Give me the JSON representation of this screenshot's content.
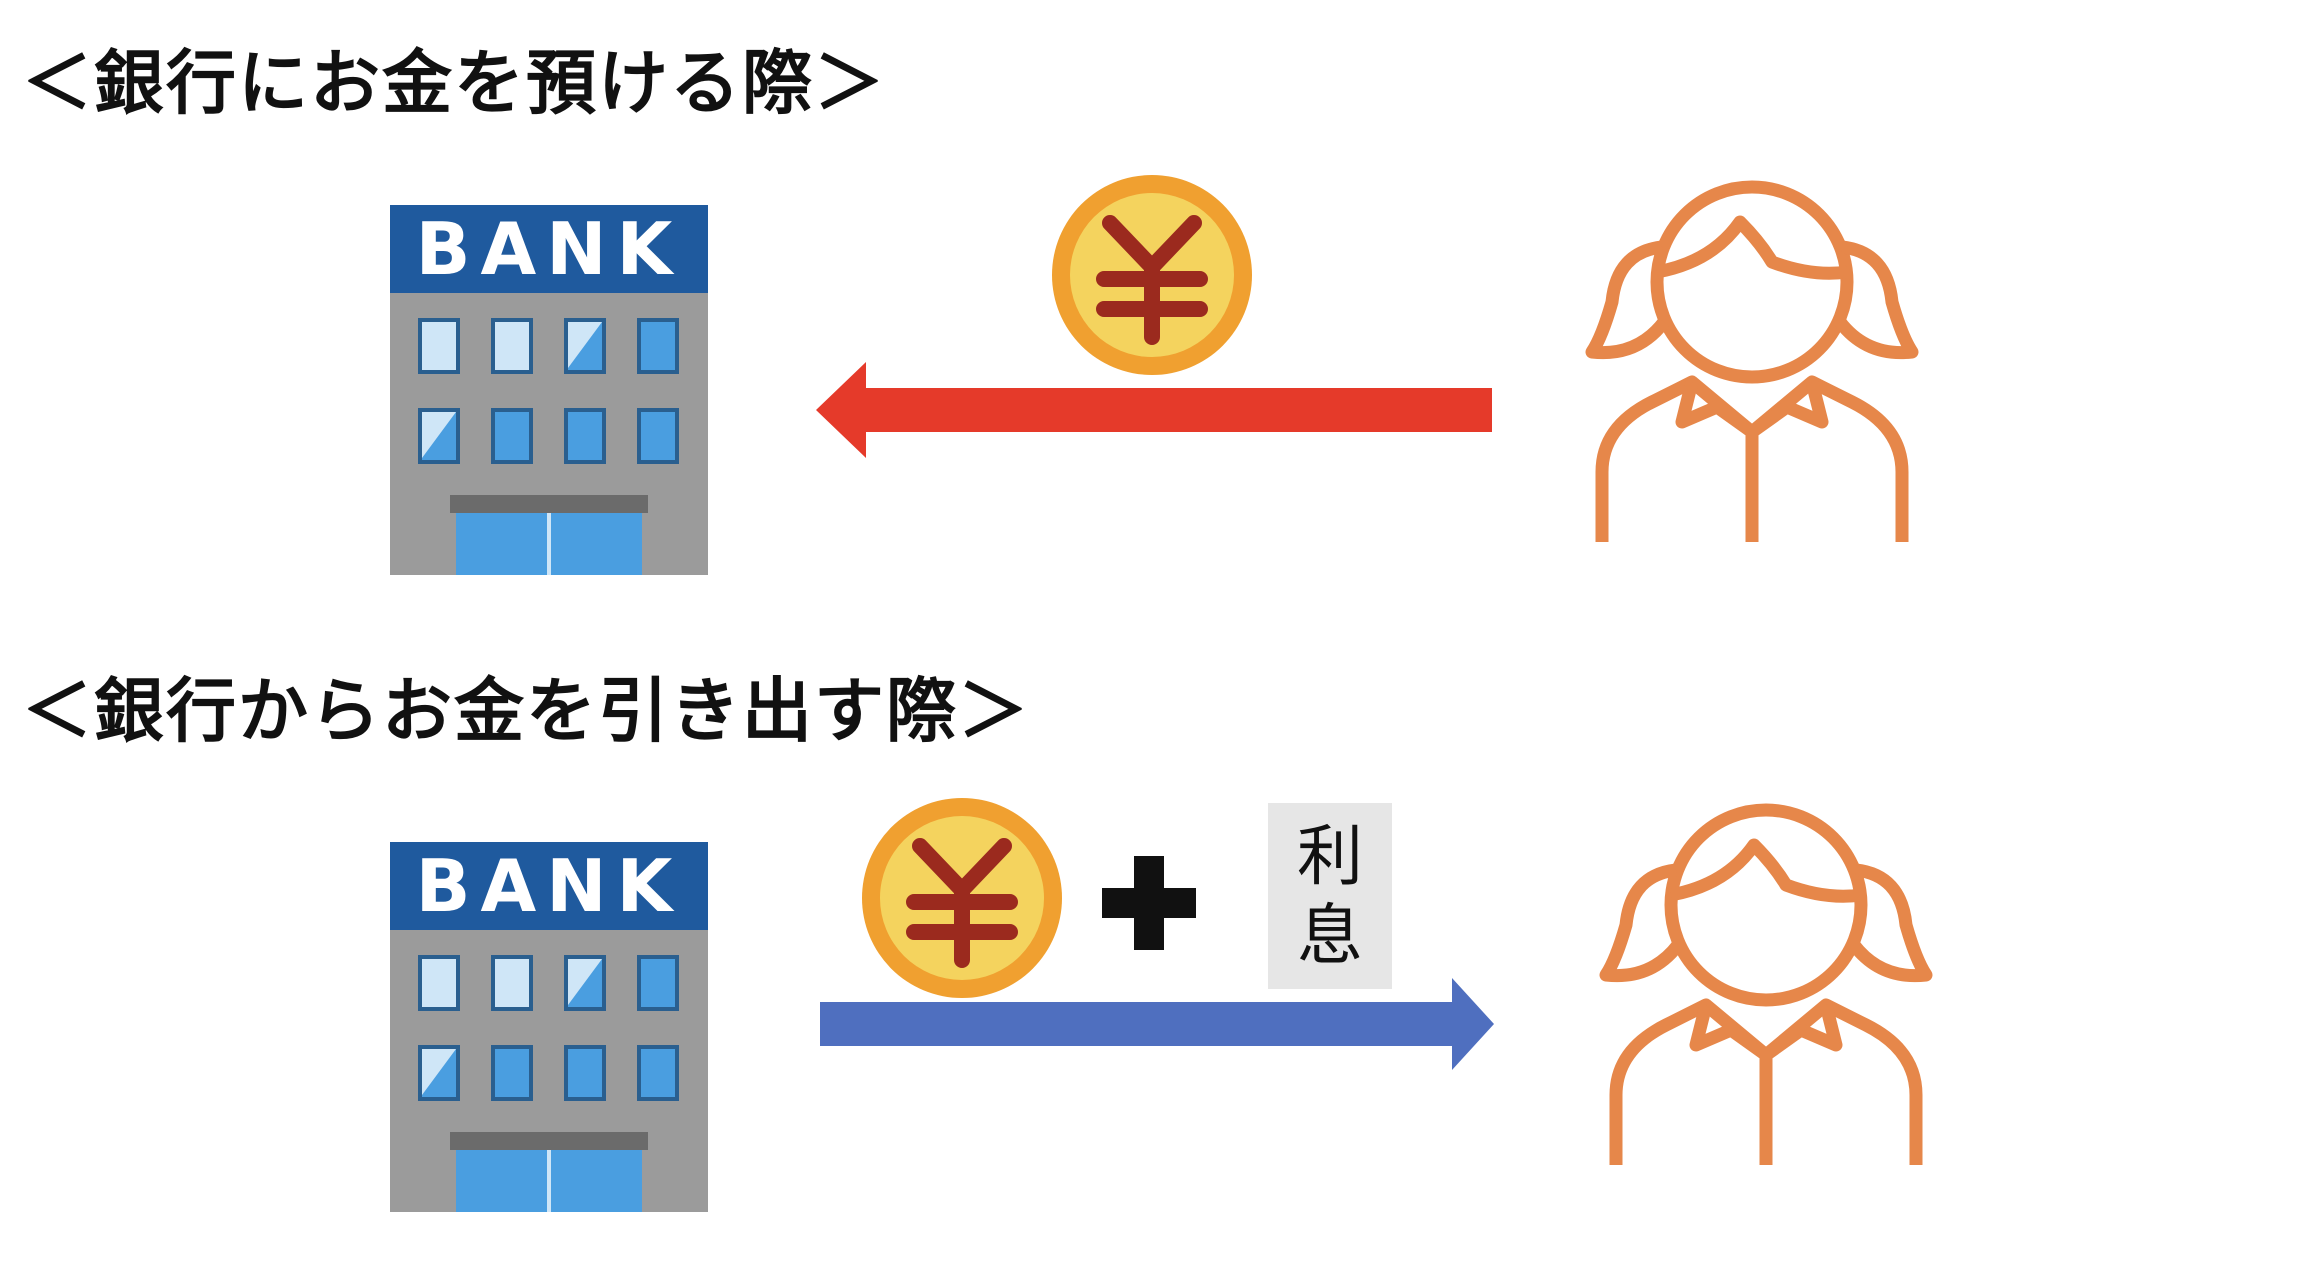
{
  "deposit": {
    "heading": "＜銀行にお金を預ける際＞",
    "bank_sign": "BANK",
    "coin_symbol": "¥",
    "arrow_color": "#e53a2a",
    "direction": "person-to-bank"
  },
  "withdraw": {
    "heading": "＜銀行からお金を引き出す際＞",
    "bank_sign": "BANK",
    "coin_symbol": "¥",
    "plus_symbol": "+",
    "interest_label": [
      "利",
      "息"
    ],
    "arrow_color": "#4f6fbf",
    "direction": "bank-to-person"
  },
  "colors": {
    "bank_roof": "#1f5a9e",
    "bank_body": "#9b9b9b",
    "window": "#4a9ee0",
    "coin_fill": "#f4d35e",
    "coin_ring": "#f0a030",
    "coin_symbol": "#9b2a1e",
    "person": "#e6874a"
  },
  "icons": [
    "bank-building-icon",
    "yen-coin-icon",
    "person-girl-icon",
    "plus-icon",
    "arrow-icon"
  ]
}
